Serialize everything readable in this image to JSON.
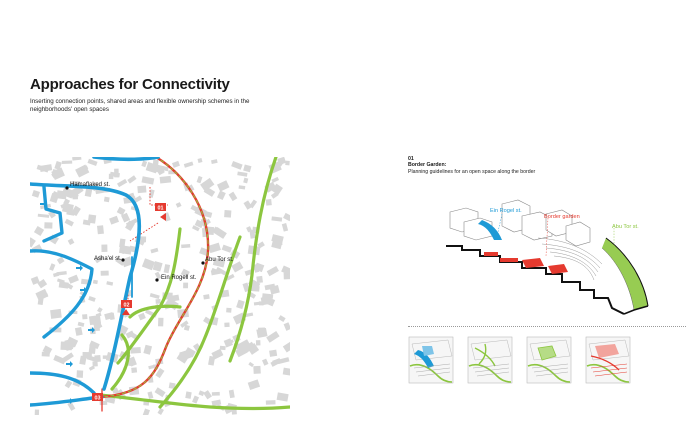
{
  "header": {
    "title": "Approaches for Connectivity",
    "subtitle": "Inserting connection points, shared areas and flexible ownership schemes in the neighborhoods' open spaces"
  },
  "map": {
    "street_labels": [
      "Hamaflaked st.",
      "Asha'el st.",
      "Abu Tor st.",
      "Ein Rogell st."
    ],
    "markers": [
      "01",
      "02",
      "03"
    ],
    "colors": {
      "blue": "#1e9ad6",
      "green": "#8cc63f",
      "red": "#e53a2f",
      "buildings": "#d7d7d7"
    }
  },
  "section": {
    "number": "01",
    "name": "Border Garden:",
    "description": "Planning guidelines for an open space along the border",
    "labels": {
      "street": "Ein Rogel st.",
      "garden": "Border garden",
      "abu_tor": "Abu Tor st."
    }
  },
  "thumbnails": [
    "blue-paths",
    "green-paths",
    "green-area",
    "red-border"
  ]
}
